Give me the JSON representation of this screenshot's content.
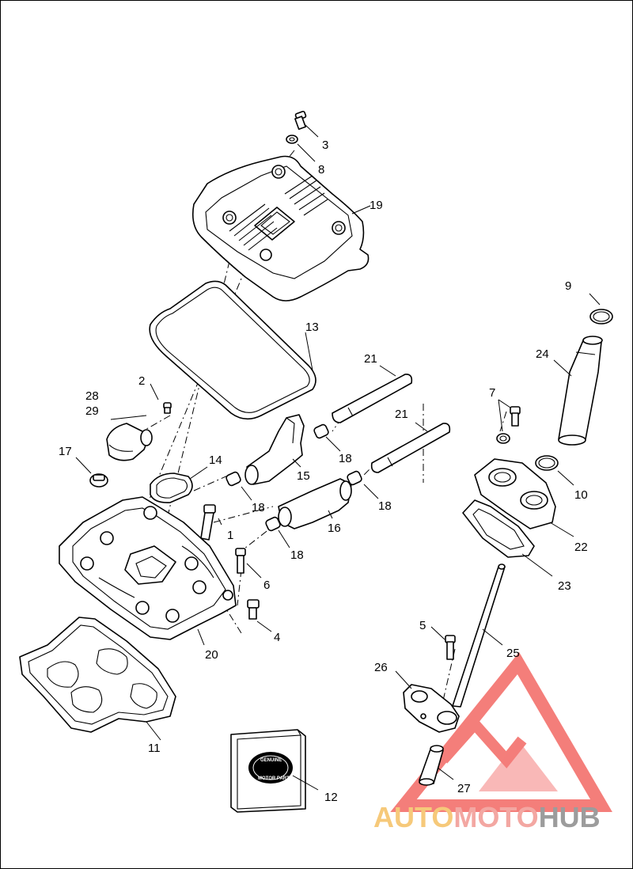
{
  "callouts": [
    {
      "id": "c1",
      "label": "1"
    },
    {
      "id": "c2",
      "label": "2"
    },
    {
      "id": "c3",
      "label": "3"
    },
    {
      "id": "c4",
      "label": "4"
    },
    {
      "id": "c5",
      "label": "5"
    },
    {
      "id": "c6",
      "label": "6"
    },
    {
      "id": "c7",
      "label": "7"
    },
    {
      "id": "c8",
      "label": "8"
    },
    {
      "id": "c9",
      "label": "9"
    },
    {
      "id": "c10",
      "label": "10"
    },
    {
      "id": "c11",
      "label": "11"
    },
    {
      "id": "c12",
      "label": "12"
    },
    {
      "id": "c13",
      "label": "13"
    },
    {
      "id": "c14",
      "label": "14"
    },
    {
      "id": "c15",
      "label": "15"
    },
    {
      "id": "c16",
      "label": "16"
    },
    {
      "id": "c17",
      "label": "17"
    },
    {
      "id": "c18a",
      "label": "18"
    },
    {
      "id": "c18b",
      "label": "18"
    },
    {
      "id": "c18c",
      "label": "18"
    },
    {
      "id": "c18d",
      "label": "18"
    },
    {
      "id": "c19",
      "label": "19"
    },
    {
      "id": "c20",
      "label": "20"
    },
    {
      "id": "c21a",
      "label": "21"
    },
    {
      "id": "c21b",
      "label": "21"
    },
    {
      "id": "c22",
      "label": "22"
    },
    {
      "id": "c23",
      "label": "23"
    },
    {
      "id": "c24",
      "label": "24"
    },
    {
      "id": "c25",
      "label": "25"
    },
    {
      "id": "c26",
      "label": "26"
    },
    {
      "id": "c27",
      "label": "27"
    },
    {
      "id": "c28",
      "label": "28"
    },
    {
      "id": "c29",
      "label": "29"
    }
  ],
  "book": {
    "line1": "GENUINE",
    "line2": "MOTOR PARTS"
  },
  "watermark": {
    "part1": "AUTO",
    "part2": "MOTO",
    "part3": "HUB",
    "color1": "#f6c97a",
    "color2": "#f3a7a2",
    "color3": "#9c9c9c",
    "logo_color": "#f15a55"
  }
}
